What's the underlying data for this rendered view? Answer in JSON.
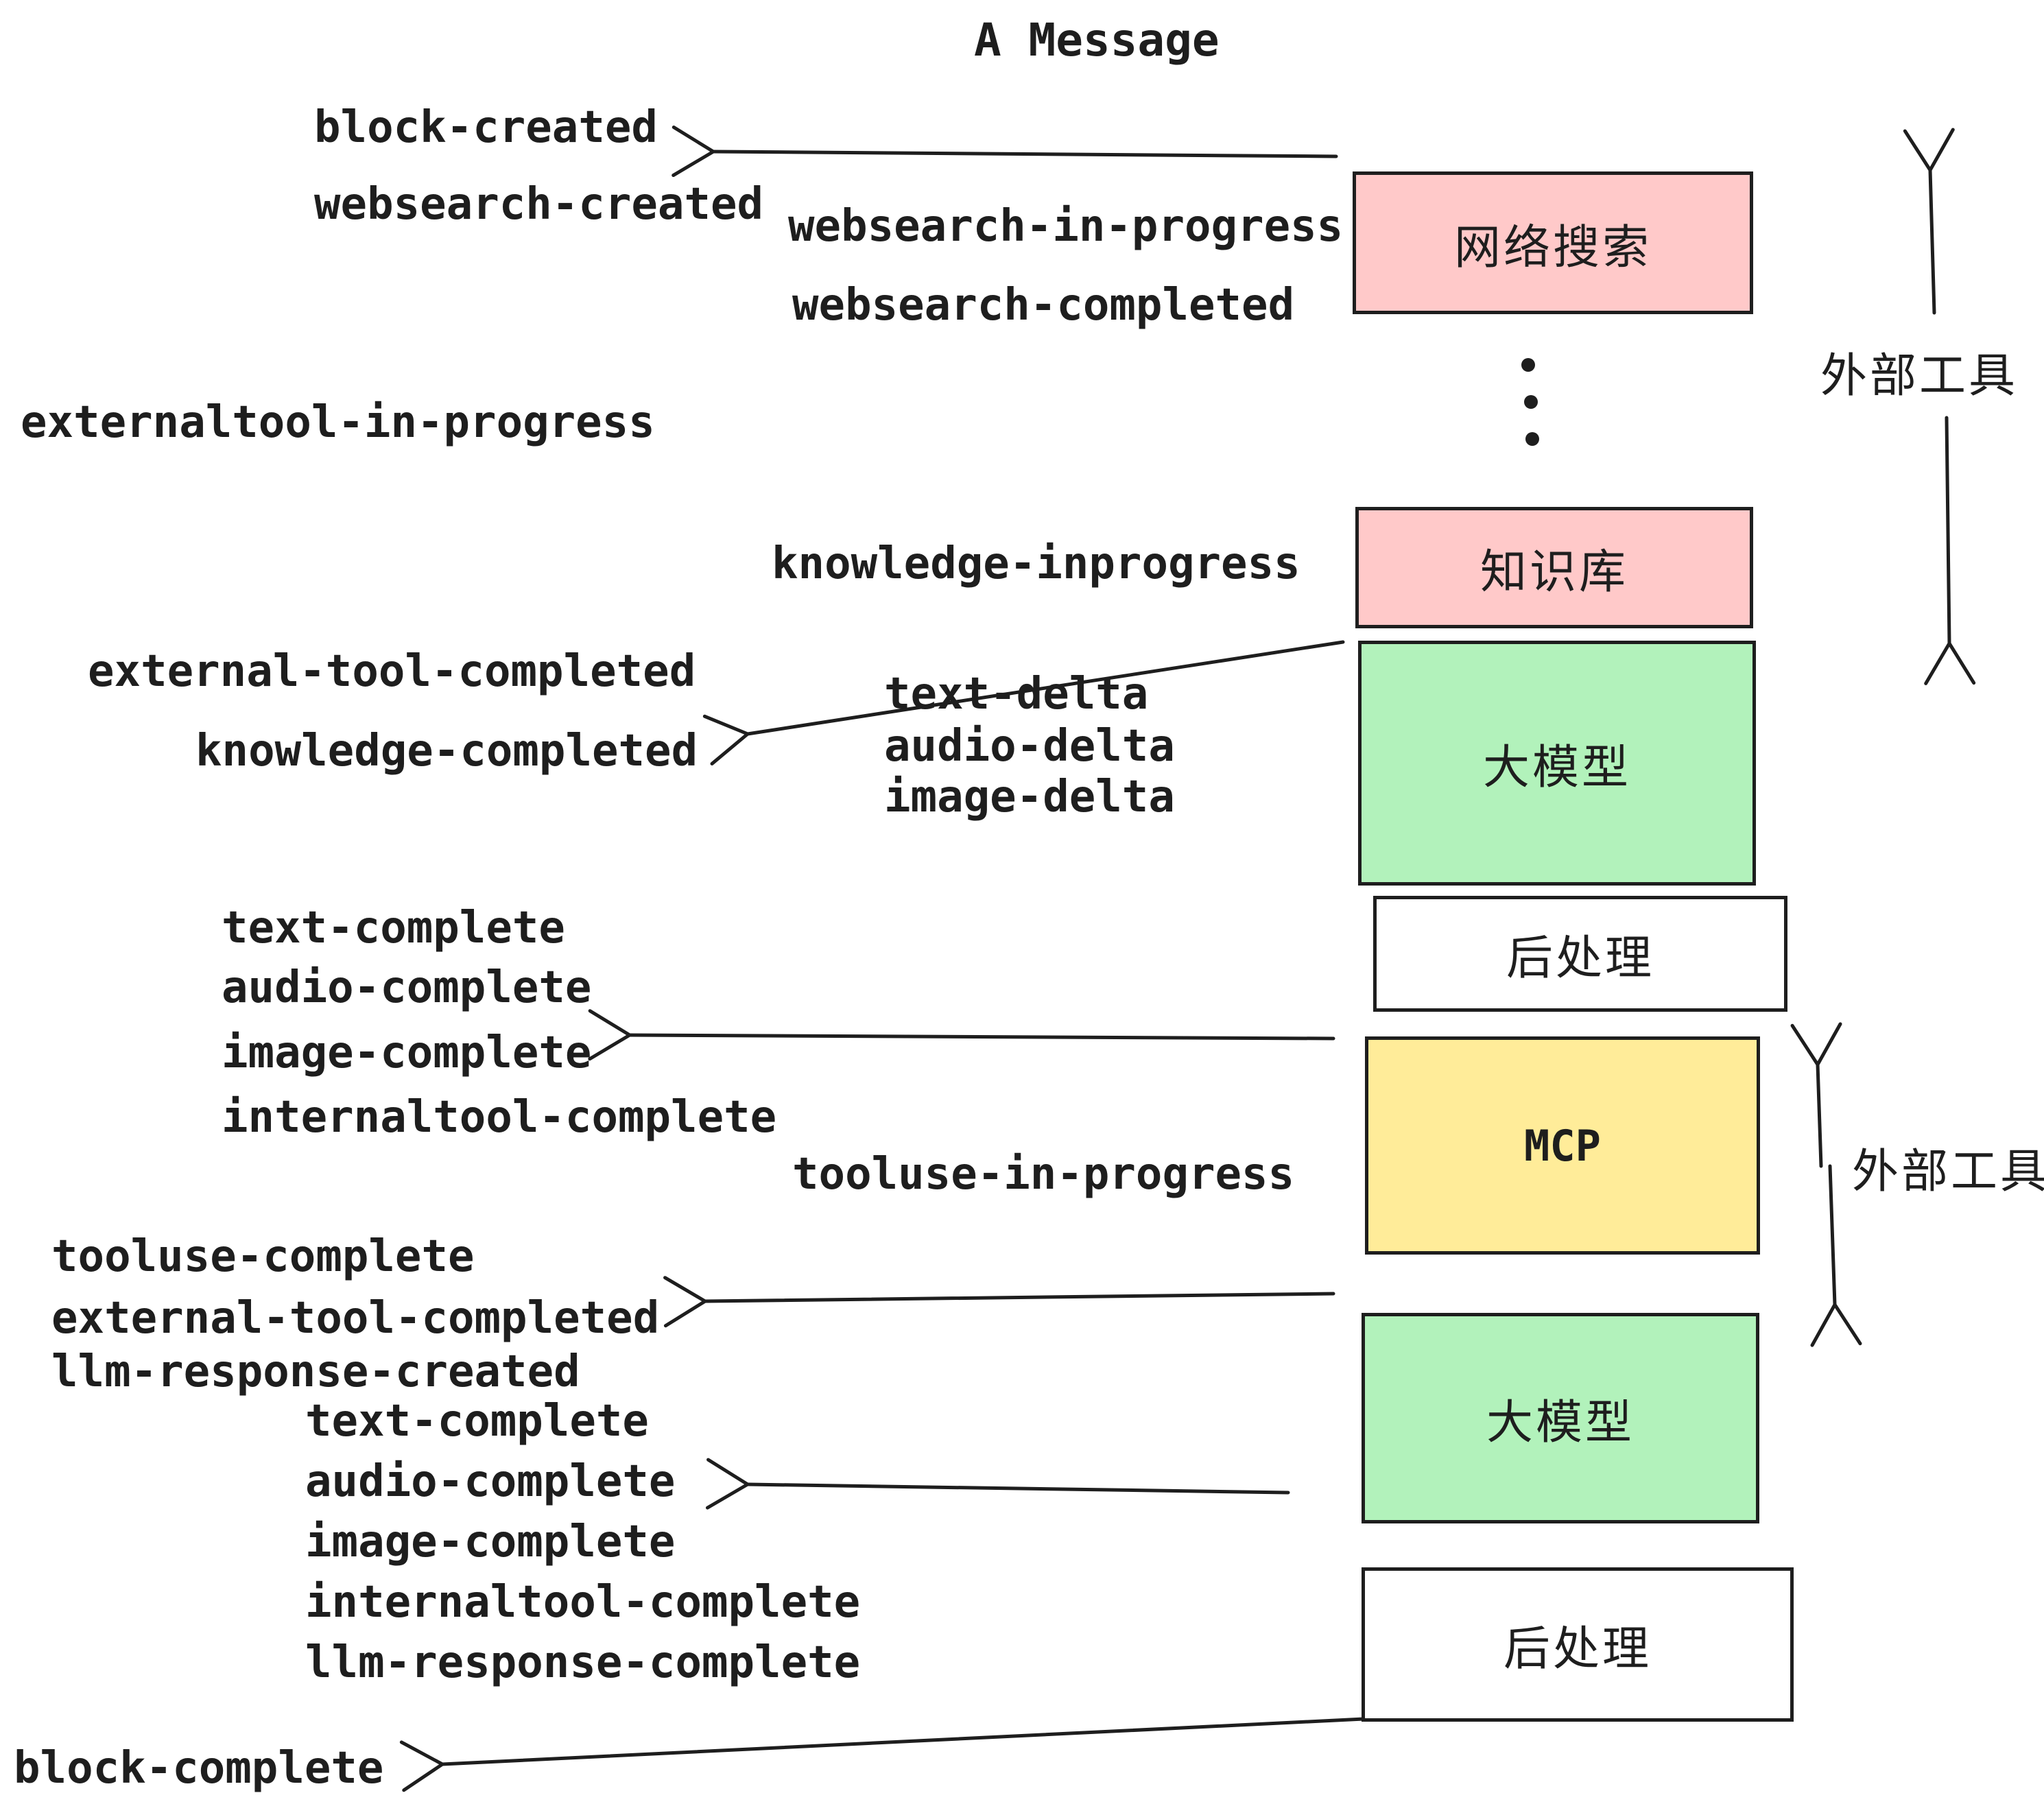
{
  "title": "A Message",
  "colors": {
    "stroke": "#1e1e1e",
    "text": "#1e1e1e",
    "pink": "#ffc9c9",
    "green": "#b2f2bb",
    "yellow": "#ffec99",
    "bg": "#ffffff"
  },
  "boxes": [
    {
      "label": "网络搜索"
    },
    {
      "label": "知识库"
    },
    {
      "label": "大模型"
    },
    {
      "label": "后处理"
    },
    {
      "label": "MCP"
    },
    {
      "label": "大模型"
    },
    {
      "label": "后处理"
    }
  ],
  "side_labels": [
    "外部工具",
    "外部工具"
  ],
  "events": [
    "block-created",
    "websearch-created",
    "websearch-in-progress",
    "websearch-completed",
    "externaltool-in-progress",
    "knowledge-inprogress",
    "external-tool-completed",
    "knowledge-completed",
    "text-delta",
    "audio-delta",
    "image-delta",
    "text-complete",
    "audio-complete",
    "image-complete",
    "internaltool-complete",
    "tooluse-in-progress",
    "tooluse-complete",
    "external-tool-completed",
    "llm-response-created",
    "text-complete",
    "audio-complete",
    "image-complete",
    "internaltool-complete",
    "llm-response-complete",
    "block-complete"
  ]
}
